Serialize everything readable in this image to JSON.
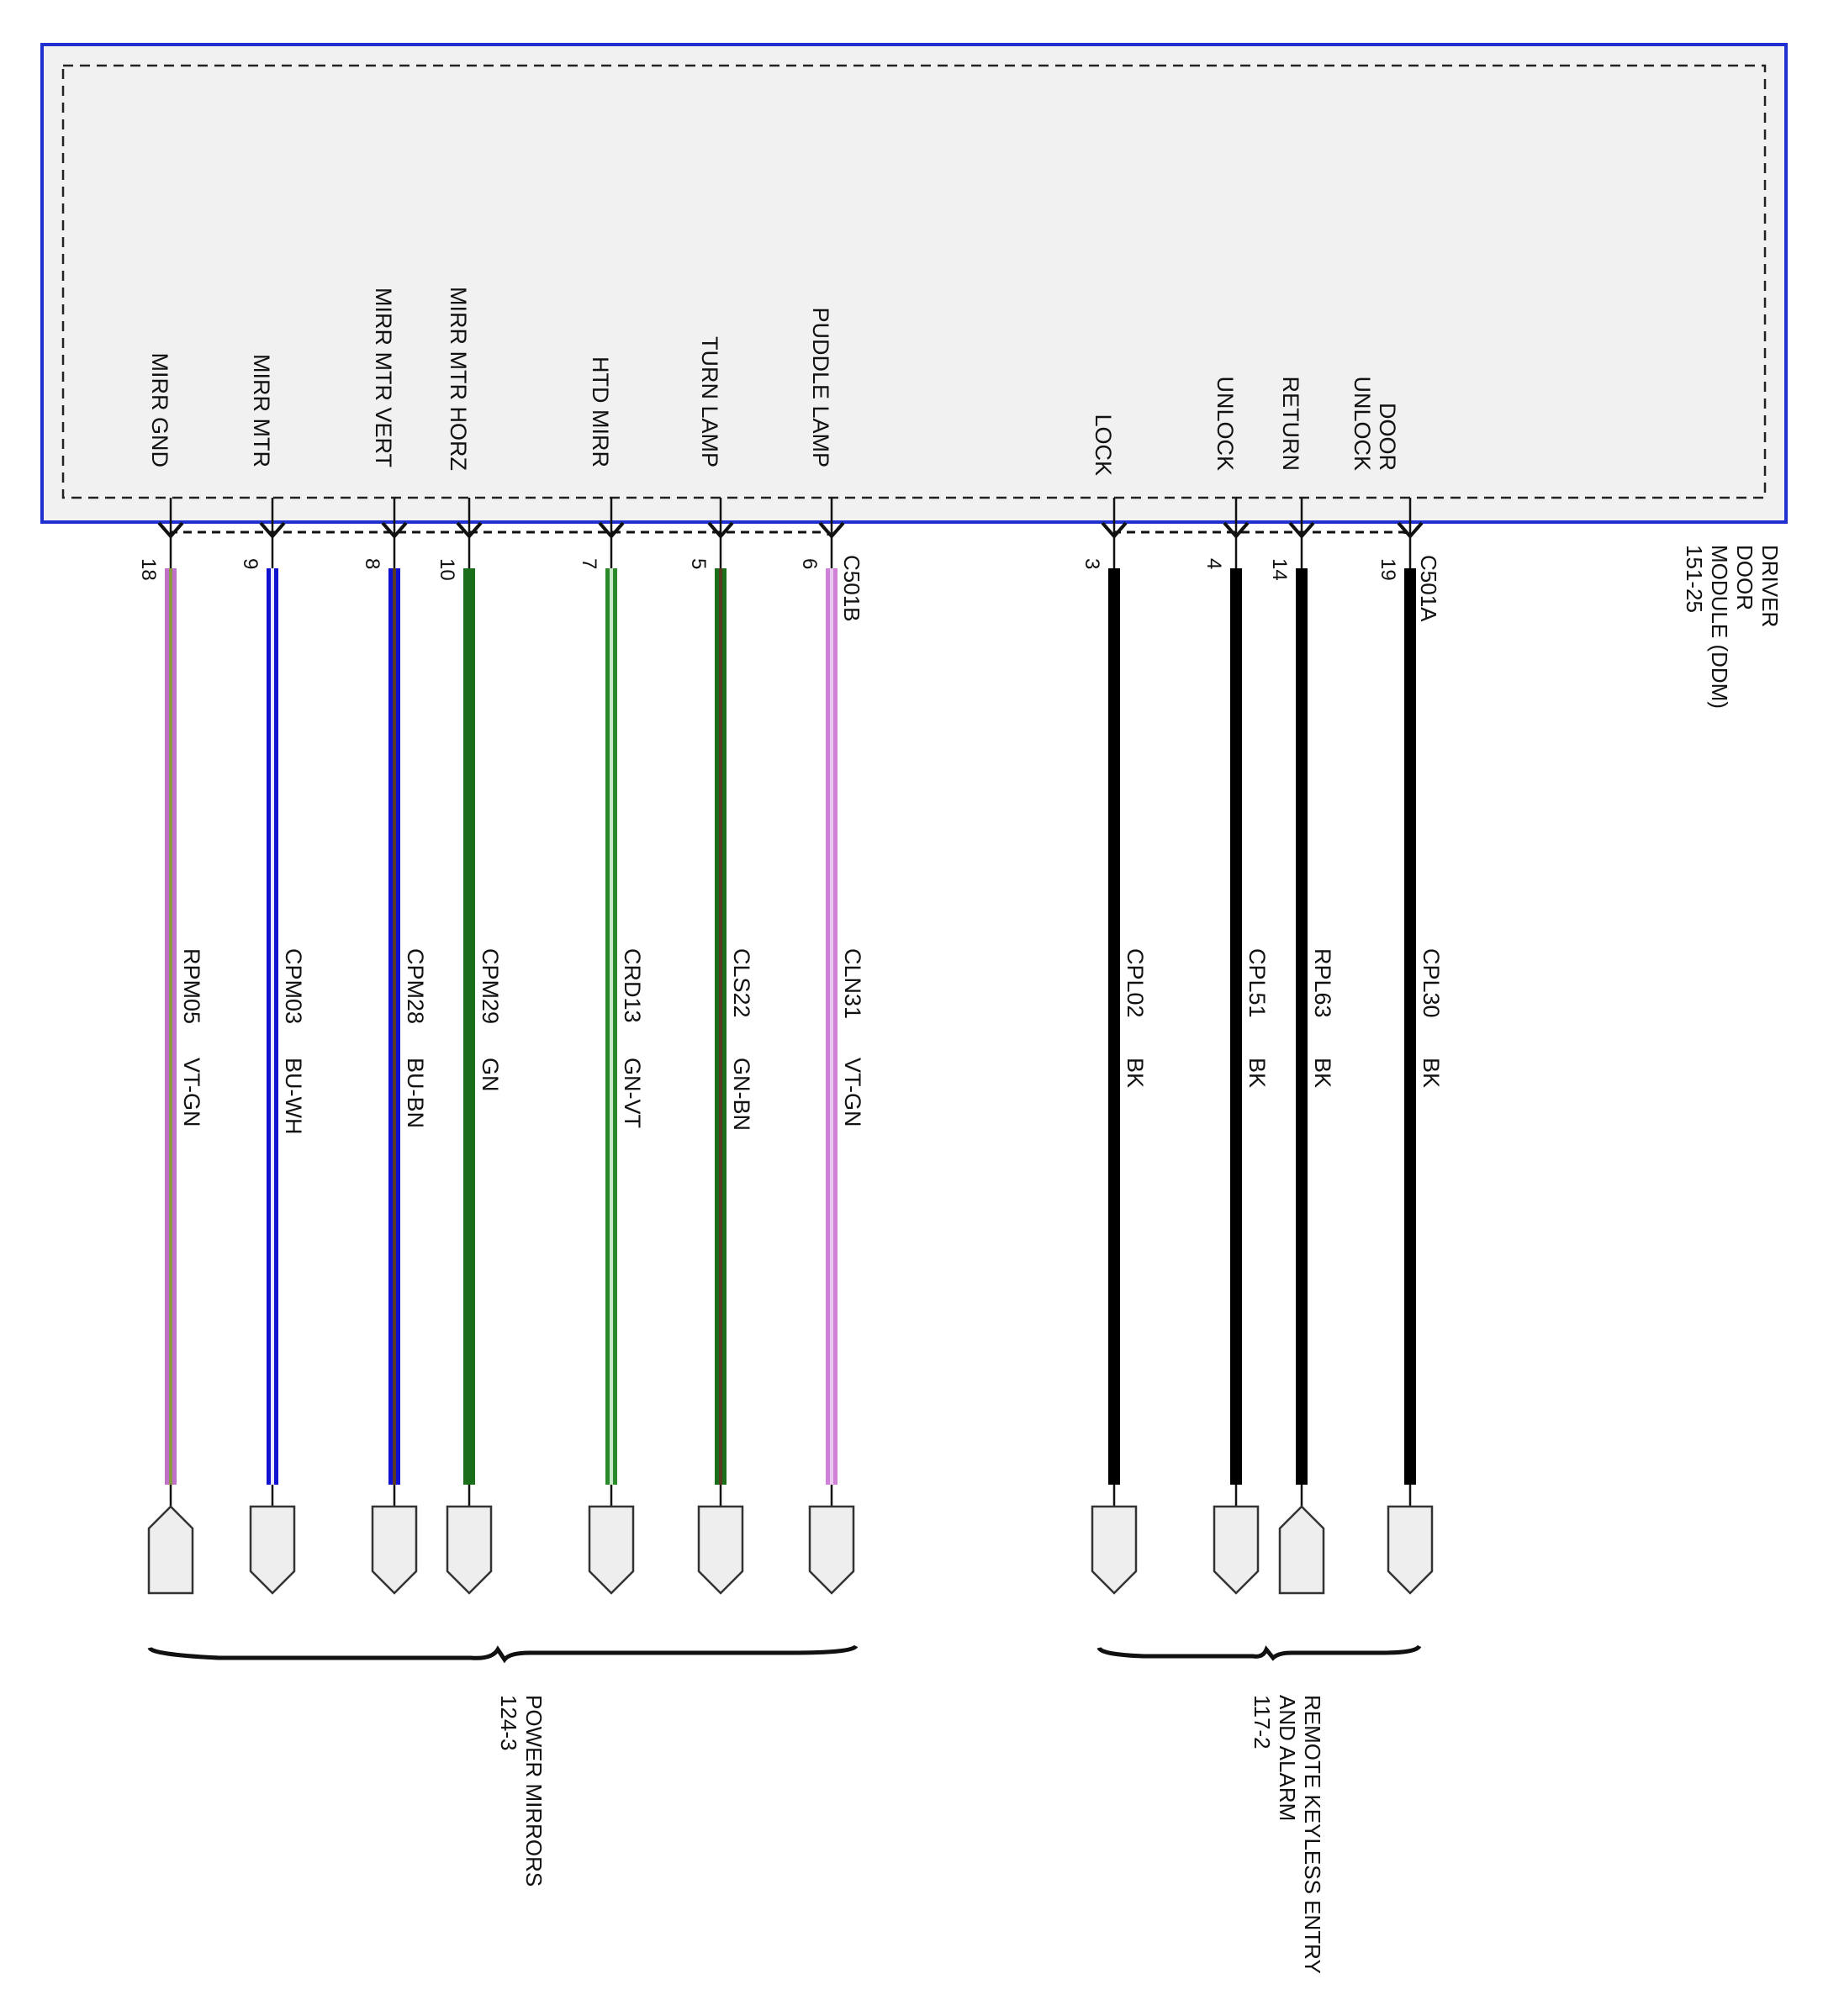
{
  "module": {
    "name_lines": [
      "DRIVER",
      "DOOR",
      "MODULE (DDM)",
      "151-25"
    ]
  },
  "connectors": {
    "c501b": "C501B",
    "c501a": "C501A"
  },
  "wires": [
    {
      "signal": "MIRR GND",
      "pin": "18",
      "circuit": "RPM05",
      "color_code": "VT-GN",
      "wire_color": "#c070c8",
      "tracer": "#8a9a40",
      "end": "up"
    },
    {
      "signal": "MIRR MTR",
      "pin": "9",
      "circuit": "CPM03",
      "color_code": "BU-WH",
      "wire_color": "#1010d0",
      "tracer": "#e8e8ff",
      "end": "down"
    },
    {
      "signal": "MIRR MTR VERT",
      "pin": "8",
      "circuit": "CPM28",
      "color_code": "BU-BN",
      "wire_color": "#1010d0",
      "tracer": "#5a3a20",
      "end": "down"
    },
    {
      "signal": "MIRR MTR HORZ",
      "pin": "10",
      "circuit": "CPM29",
      "color_code": "GN",
      "wire_color": "#1a6e1a",
      "tracer": "",
      "end": "down"
    },
    {
      "signal": "HTD MIRR",
      "pin": "7",
      "circuit": "CRD13",
      "color_code": "GN-VT",
      "wire_color": "#2a8a2a",
      "tracer": "#c8e8c8",
      "end": "down"
    },
    {
      "signal": "TURN LAMP",
      "pin": "5",
      "circuit": "CLS22",
      "color_code": "GN-BN",
      "wire_color": "#1a6e1a",
      "tracer": "#5a3a20",
      "end": "down"
    },
    {
      "signal": "PUDDLE LAMP",
      "pin": "6",
      "circuit": "CLN31",
      "color_code": "VT-GN",
      "wire_color": "#d080d8",
      "tracer": "#e8c8ec",
      "end": "down"
    },
    {
      "signal": "LOCK",
      "pin": "3",
      "circuit": "CPL02",
      "color_code": "BK",
      "wire_color": "#000000",
      "tracer": "",
      "end": "down"
    },
    {
      "signal": "UNLOCK",
      "pin": "4",
      "circuit": "CPL51",
      "color_code": "BK",
      "wire_color": "#000000",
      "tracer": "",
      "end": "down"
    },
    {
      "signal": "RETURN",
      "pin": "14",
      "circuit": "RPL63",
      "color_code": "BK",
      "wire_color": "#000000",
      "tracer": "",
      "end": "up"
    },
    {
      "signal": "DOOR UNLOCK",
      "pin": "19",
      "circuit": "CPL30",
      "color_code": "BK",
      "wire_color": "#000000",
      "tracer": "",
      "end": "down"
    }
  ],
  "groups": [
    {
      "name_lines": [
        "POWER MIRRORS",
        "124-3"
      ]
    },
    {
      "name_lines": [
        "REMOTE KEYLESS ENTRY",
        "AND ALARM",
        "117-2"
      ]
    }
  ],
  "colors": {
    "module_border": "#2030d0",
    "module_fill": "#f1f1f1",
    "connector_fill": "#eeeeee"
  }
}
